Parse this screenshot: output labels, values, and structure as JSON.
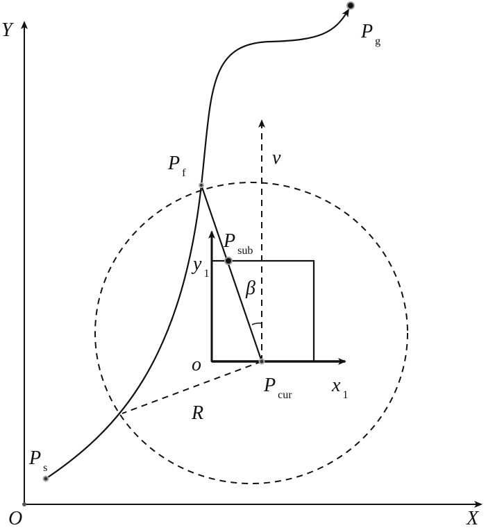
{
  "labels": {
    "y_axis": "Y",
    "x_axis": "X",
    "origin": "O",
    "p_start": "P",
    "p_start_sub": "s",
    "p_goal": "P",
    "p_goal_sub": "g",
    "p_f": "P",
    "p_f_sub": "f",
    "p_sub": "P",
    "p_sub_sub": "sub",
    "p_cur": "P",
    "p_cur_sub": "cur",
    "velocity": "v",
    "y1": "y",
    "y1_sub": "1",
    "x1": "x",
    "x1_sub": "1",
    "local_origin": "o",
    "beta": "β",
    "radius": "R"
  }
}
